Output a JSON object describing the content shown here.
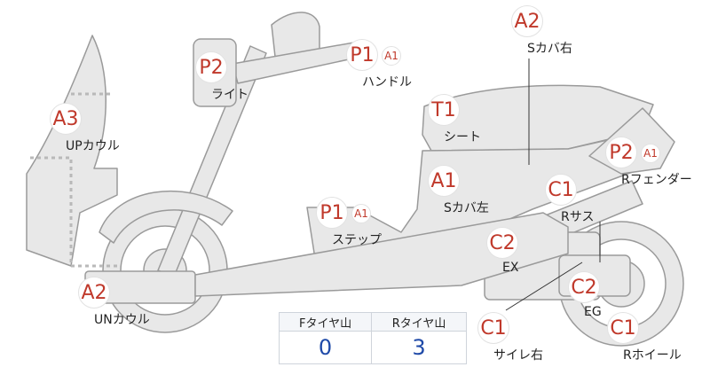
{
  "colors": {
    "body_fill": "#e8e8e8",
    "outline": "#9a9a9a",
    "badge_text": "#c0392b",
    "tread_value": "#1f4aa8"
  },
  "parts": [
    {
      "code": "A2",
      "label": "Sカバ右"
    },
    {
      "code": "P2",
      "label": "ライト"
    },
    {
      "code": "P1",
      "sub": "A1",
      "label": "ハンドル"
    },
    {
      "code": "A3",
      "label": "UPカウル"
    },
    {
      "code": "T1",
      "label": "シート"
    },
    {
      "code": "P2",
      "sub": "A1",
      "label": "Rフェンダー"
    },
    {
      "code": "A1",
      "label": "Sカバ左"
    },
    {
      "code": "C1",
      "label": "Rサス"
    },
    {
      "code": "P1",
      "sub": "A1",
      "label": "ステップ"
    },
    {
      "code": "C2",
      "label": "EX"
    },
    {
      "code": "A2",
      "label": "UNカウル"
    },
    {
      "code": "C2",
      "label": "EG"
    },
    {
      "code": "C1",
      "label": "サイレ右"
    },
    {
      "code": "C1",
      "label": "Rホイール"
    }
  ],
  "tread_table": {
    "headers": [
      "Fタイヤ山",
      "Rタイヤ山"
    ],
    "values": [
      "0",
      "3"
    ]
  }
}
